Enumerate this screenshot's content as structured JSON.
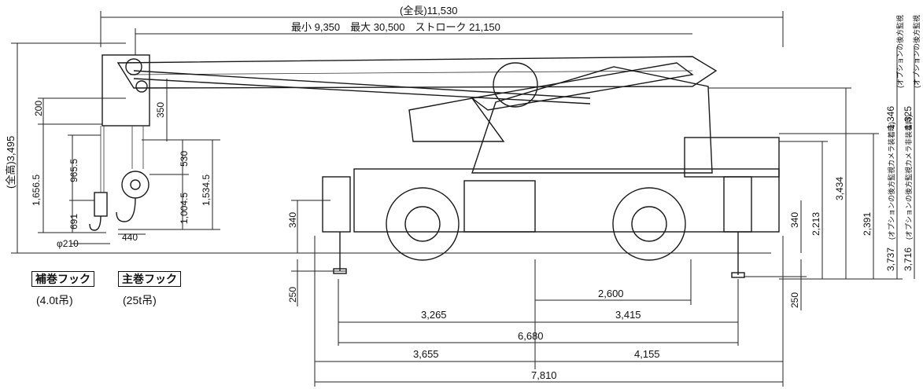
{
  "dimensions": {
    "overall_length": "(全長)11,530",
    "boom_range": "最小 9,350　最大 30,500　ストローク 21,150",
    "overall_height": "(全高)3,495",
    "aux_hook": {
      "d200": "200",
      "d1656_5": "1,656.5",
      "d965_5": "965.5",
      "d691": "691",
      "d210": "φ210"
    },
    "main_hook": {
      "d350": "350",
      "d530": "530",
      "d1004_5": "1,004.5",
      "d1534_5": "1,534.5",
      "d440": "440"
    },
    "outrigger_left": {
      "d340": "340",
      "d250": "250"
    },
    "outrigger_right": {
      "d340": "340",
      "d250": "250"
    },
    "height_2213": "2,213",
    "height_3434": "3,434",
    "height_2391": "2,391",
    "rear_1346": "1,346",
    "rear_1346_note": "(オプションの後方監視",
    "rear_1325": "1,325",
    "rear_1325_note": "(オプションの後方監視",
    "height_3737": "3,737",
    "height_3737_note": "(オプションの後方監視カメラ装着時)",
    "height_3716": "3,716",
    "height_3716_note": "(オプションの後方監視カメラ非装着時)",
    "wheelbase_2600": "2,600",
    "d3265": "3,265",
    "d3415": "3,415",
    "d6680": "6,680",
    "d3655": "3,655",
    "d4155": "4,155",
    "d7810": "7,810"
  },
  "labels": {
    "aux_hook_title": "補巻フック",
    "aux_hook_cap": "(4.0t吊)",
    "main_hook_title": "主巻フック",
    "main_hook_cap": "(25t吊)"
  }
}
